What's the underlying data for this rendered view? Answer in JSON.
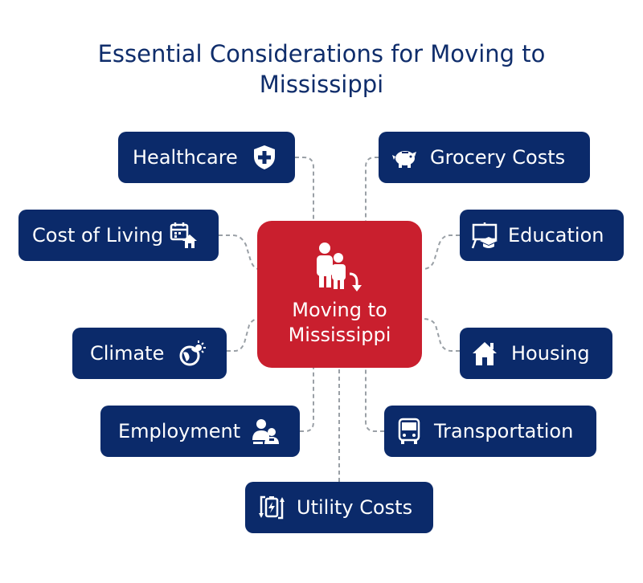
{
  "title": {
    "line1": "Essential Considerations for Moving to",
    "line2": "Mississippi"
  },
  "center": {
    "label_line1": "Moving to",
    "label_line2": "Mississippi",
    "icon": "family-move-icon"
  },
  "colors": {
    "title": "#0f2d6b",
    "node_fill": "#0b2a6a",
    "center_fill": "#c91f2e",
    "connector": "#9aa0a6"
  },
  "nodes": {
    "healthcare": {
      "label": "Healthcare",
      "icon": "shield-cross-icon"
    },
    "cost_of_living": {
      "label": "Cost of Living",
      "icon": "calendar-house-icon"
    },
    "climate": {
      "label": "Climate",
      "icon": "globe-sun-icon"
    },
    "employment": {
      "label": "Employment",
      "icon": "people-icon"
    },
    "utility_costs": {
      "label": "Utility Costs",
      "icon": "battery-cycle-icon"
    },
    "grocery_costs": {
      "label": "Grocery Costs",
      "icon": "piggy-bank-icon"
    },
    "education": {
      "label": "Education",
      "icon": "board-cap-icon"
    },
    "housing": {
      "label": "Housing",
      "icon": "house-icon"
    },
    "transportation": {
      "label": "Transportation",
      "icon": "bus-icon"
    }
  }
}
